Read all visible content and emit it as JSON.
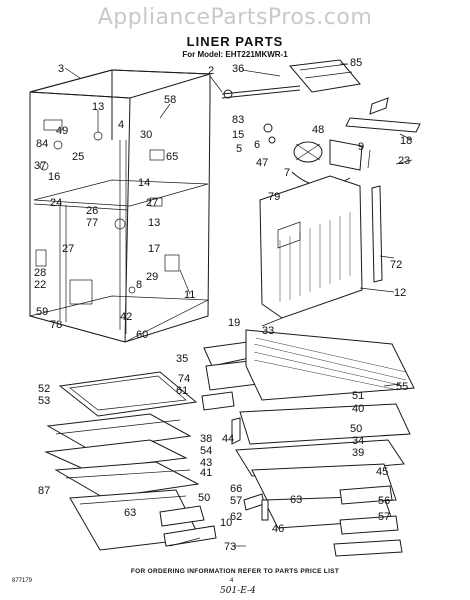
{
  "watermark": "AppliancePartsPros.com",
  "title": "LINER PARTS",
  "model": "For Model: EHT221MKWR-1",
  "footer": "FOR ORDERING INFORMATION REFER TO PARTS PRICE LIST",
  "code_left": "877179",
  "page_number": "4",
  "handwritten_note": "501-E-4",
  "callouts": [
    "3",
    "2",
    "36",
    "85",
    "13",
    "58",
    "49",
    "4",
    "30",
    "84",
    "25",
    "37",
    "16",
    "83",
    "15",
    "6",
    "48",
    "9",
    "47",
    "7",
    "5",
    "65",
    "18",
    "23",
    "14",
    "79",
    "24",
    "27",
    "26",
    "13",
    "77",
    "17",
    "27",
    "29",
    "72",
    "28",
    "22",
    "8",
    "11",
    "12",
    "59",
    "78",
    "42",
    "60",
    "19",
    "33",
    "35",
    "74",
    "61",
    "55",
    "52",
    "53",
    "51",
    "40",
    "38",
    "54",
    "43",
    "41",
    "44",
    "50",
    "34",
    "39",
    "45",
    "87",
    "50",
    "63",
    "66",
    "57",
    "63",
    "62",
    "56",
    "57",
    "10",
    "46",
    "73"
  ]
}
